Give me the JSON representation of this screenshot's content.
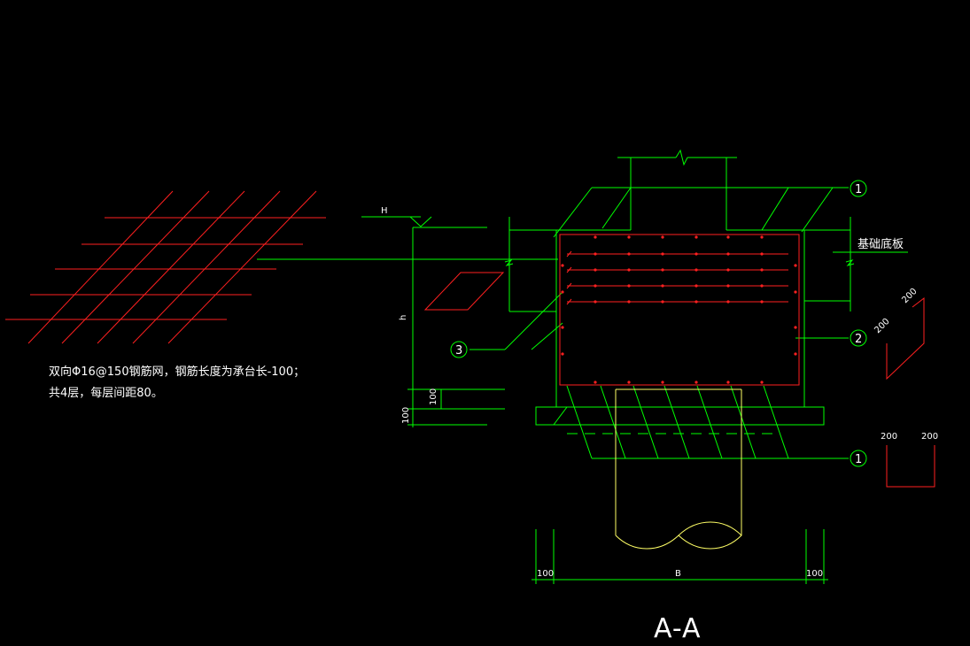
{
  "colors": {
    "background": "#000000",
    "outline": "#00ff00",
    "rebar": "#ff2020",
    "pile": "#ffff66",
    "text": "#ffffff"
  },
  "labels": {
    "water_level": "H",
    "height": "h",
    "bottom_slab": "基础底板",
    "section_title": "A-A",
    "width_b": "B",
    "dim_100_left": "100",
    "dim_100_right": "100",
    "dim_100_side_a": "100",
    "dim_100_side_b": "100",
    "hook_top_a": "200",
    "hook_top_b": "200",
    "hook_bot_a": "200",
    "hook_bot_b": "200"
  },
  "note": {
    "line1": "双向Φ16@150钢筋网，钢筋长度为承台长-100；",
    "line2": "共4层，每层间距80。"
  },
  "callouts": {
    "top_marker": "1",
    "right_marker": "2",
    "left_marker": "3",
    "bottom_marker": "1"
  }
}
